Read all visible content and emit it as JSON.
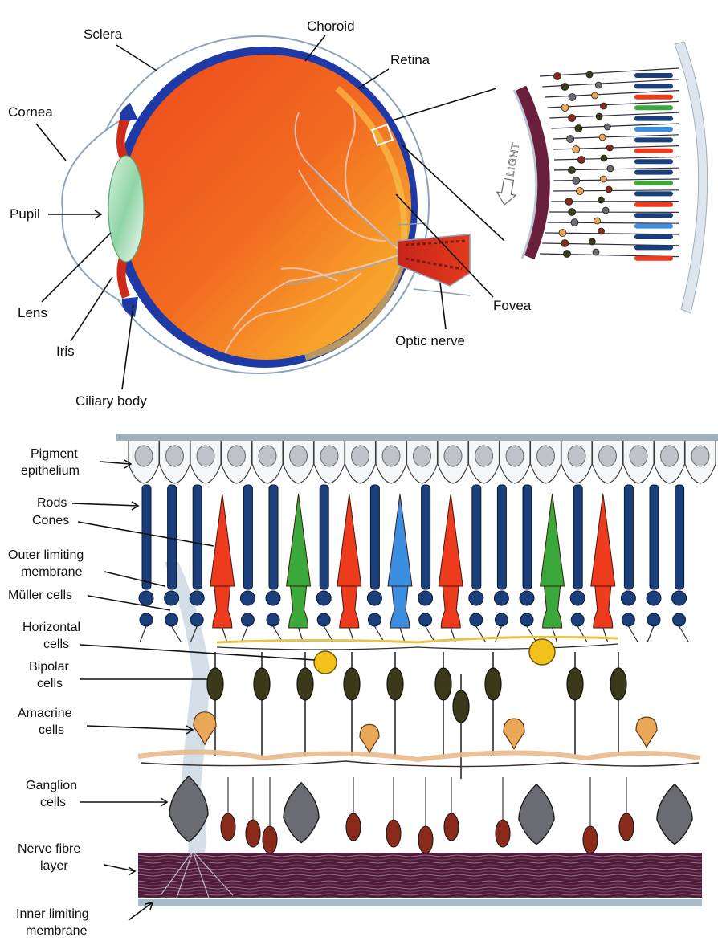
{
  "eye_labels": {
    "sclera": "Sclera",
    "choroid": "Choroid",
    "retina": "Retina",
    "cornea": "Cornea",
    "pupil": "Pupil",
    "lens": "Lens",
    "iris": "Iris",
    "ciliary_body": "Ciliary body",
    "fovea": "Fovea",
    "optic_nerve": "Optic nerve"
  },
  "inset": {
    "light_label": "LIGHT"
  },
  "retina_labels": {
    "pigment_epithelium": [
      "Pigment",
      "epithelium"
    ],
    "rods": "Rods",
    "cones": "Cones",
    "outer_limiting_membrane": [
      "Outer limiting",
      "membrane"
    ],
    "muller_cells": "Müller cells",
    "horizontal_cells": [
      "Horizontal",
      "cells"
    ],
    "bipolar_cells": [
      "Bipolar",
      "cells"
    ],
    "amacrine_cells": [
      "Amacrine",
      "cells"
    ],
    "ganglion_cells": [
      "Ganglion",
      "cells"
    ],
    "nerve_fibre_layer": [
      "Nerve fibre",
      "layer"
    ],
    "inner_limiting_membrane": [
      "Inner limiting",
      "membrane"
    ]
  },
  "colors": {
    "eye_orange": "#f2661f",
    "eye_light": "#f7a22a",
    "choroid_blue": "#1f3aa6",
    "rod_blue": "#1b3f7a",
    "cone_red": "#ee3b1e",
    "cone_green": "#3aa83a",
    "cone_blue": "#3b8ee0",
    "horizontal_yellow": "#f2c21a",
    "amacrine_orange": "#e9a858",
    "ganglion_grey": "#6b6b73",
    "fibre_purple": "#5a2a4a"
  }
}
